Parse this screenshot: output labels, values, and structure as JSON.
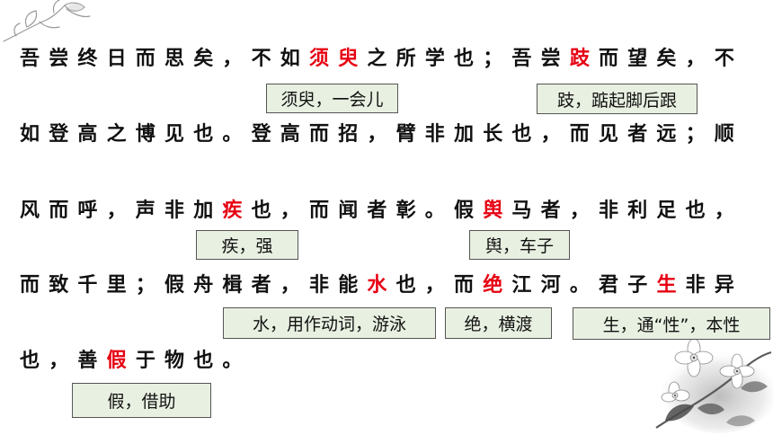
{
  "colors": {
    "text": "#111111",
    "highlight": "#e60012",
    "note_background": "#e8f0e1",
    "note_border": "#555555"
  },
  "passage": {
    "lines": [
      {
        "segments": [
          {
            "text": "吾尝终日而思矣，不如",
            "highlight": false
          },
          {
            "text": "须臾",
            "highlight": true
          },
          {
            "text": "之所学也；吾尝",
            "highlight": false
          },
          {
            "text": "跂",
            "highlight": true
          },
          {
            "text": "而望矣，不",
            "highlight": false
          }
        ]
      },
      {
        "segments": [
          {
            "text": "如登高之博见也。登高而招，臂非加长也，而见者远；顺",
            "highlight": false
          }
        ]
      },
      {
        "segments": [
          {
            "text": "风而呼，声非加",
            "highlight": false
          },
          {
            "text": "疾",
            "highlight": true
          },
          {
            "text": "也，而闻者彰。假",
            "highlight": false
          },
          {
            "text": "舆",
            "highlight": true
          },
          {
            "text": "马者，非利足也，",
            "highlight": false
          }
        ]
      },
      {
        "segments": [
          {
            "text": "而致千里；假舟楫者，非能",
            "highlight": false
          },
          {
            "text": "水",
            "highlight": true
          },
          {
            "text": "也，而",
            "highlight": false
          },
          {
            "text": "绝",
            "highlight": true
          },
          {
            "text": "江河。君子",
            "highlight": false
          },
          {
            "text": "生",
            "highlight": true
          },
          {
            "text": "非异",
            "highlight": false
          }
        ]
      },
      {
        "segments": [
          {
            "text": "也，善",
            "highlight": false
          },
          {
            "text": "假",
            "highlight": true
          },
          {
            "text": "于物也。",
            "highlight": false
          }
        ]
      }
    ]
  },
  "annotations": [
    {
      "text": "须臾，一会儿"
    },
    {
      "text": "跂，踮起脚后跟"
    },
    {
      "text": "疾，强"
    },
    {
      "text": "舆，车子"
    },
    {
      "text": "水，用作动词，游泳"
    },
    {
      "text": "绝，横渡"
    },
    {
      "text": "生，通“性”，本性"
    },
    {
      "text": "假，借助"
    }
  ],
  "decorations": {
    "top_left": "lotus-sketch-icon",
    "bottom_right": "ink-flower-painting-icon"
  }
}
